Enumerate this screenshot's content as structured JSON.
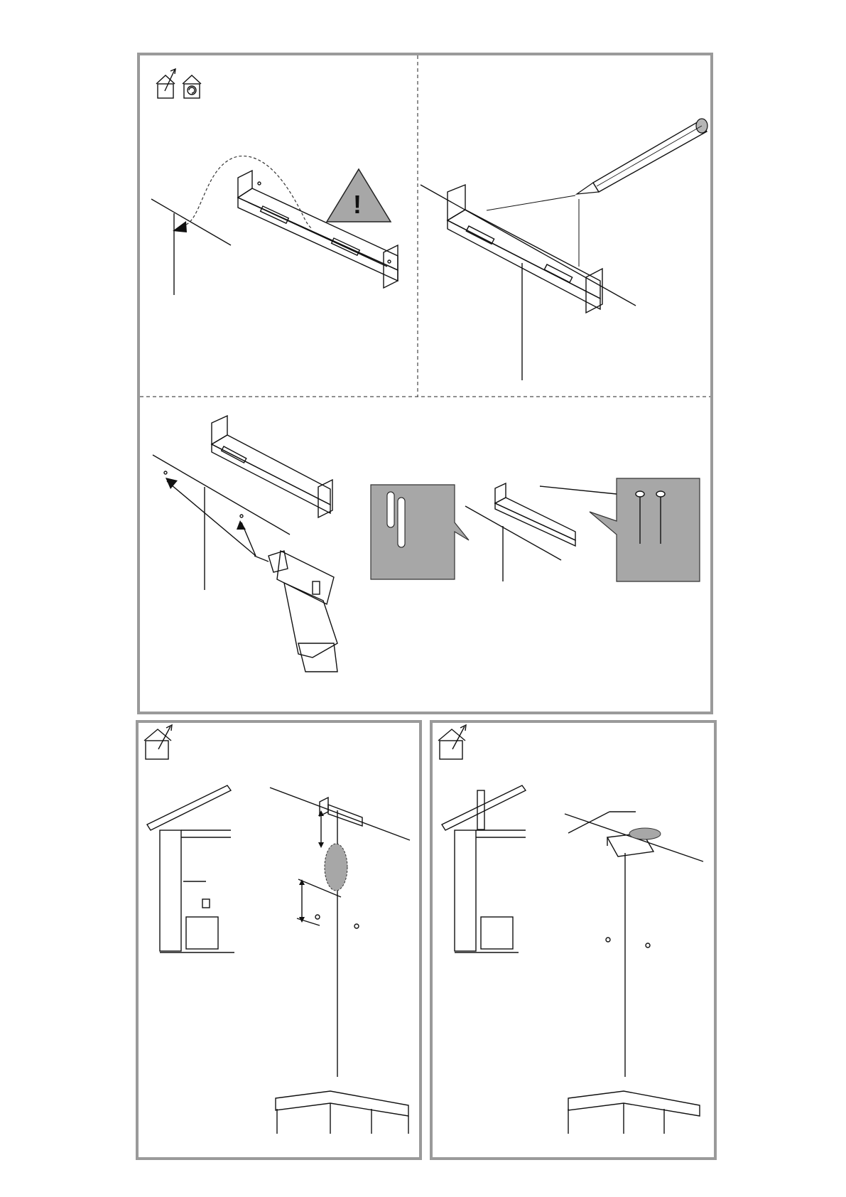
{
  "figure": {
    "panels": [
      {
        "id": "top-composite",
        "steps": [
          "locate-bracket",
          "mark-holes",
          "drill-holes",
          "fix-screws"
        ]
      },
      {
        "id": "bottom-left",
        "variant": "wall-mounted outlet"
      },
      {
        "id": "bottom-right",
        "variant": "ceiling outlet"
      }
    ],
    "warning_symbol": "!",
    "icons": [
      "house-vent-icon",
      "house-recirculation-icon"
    ],
    "colors": {
      "border": "#9a9a9a",
      "callout_fill": "#a7a7a7",
      "ink": "#111111"
    }
  }
}
